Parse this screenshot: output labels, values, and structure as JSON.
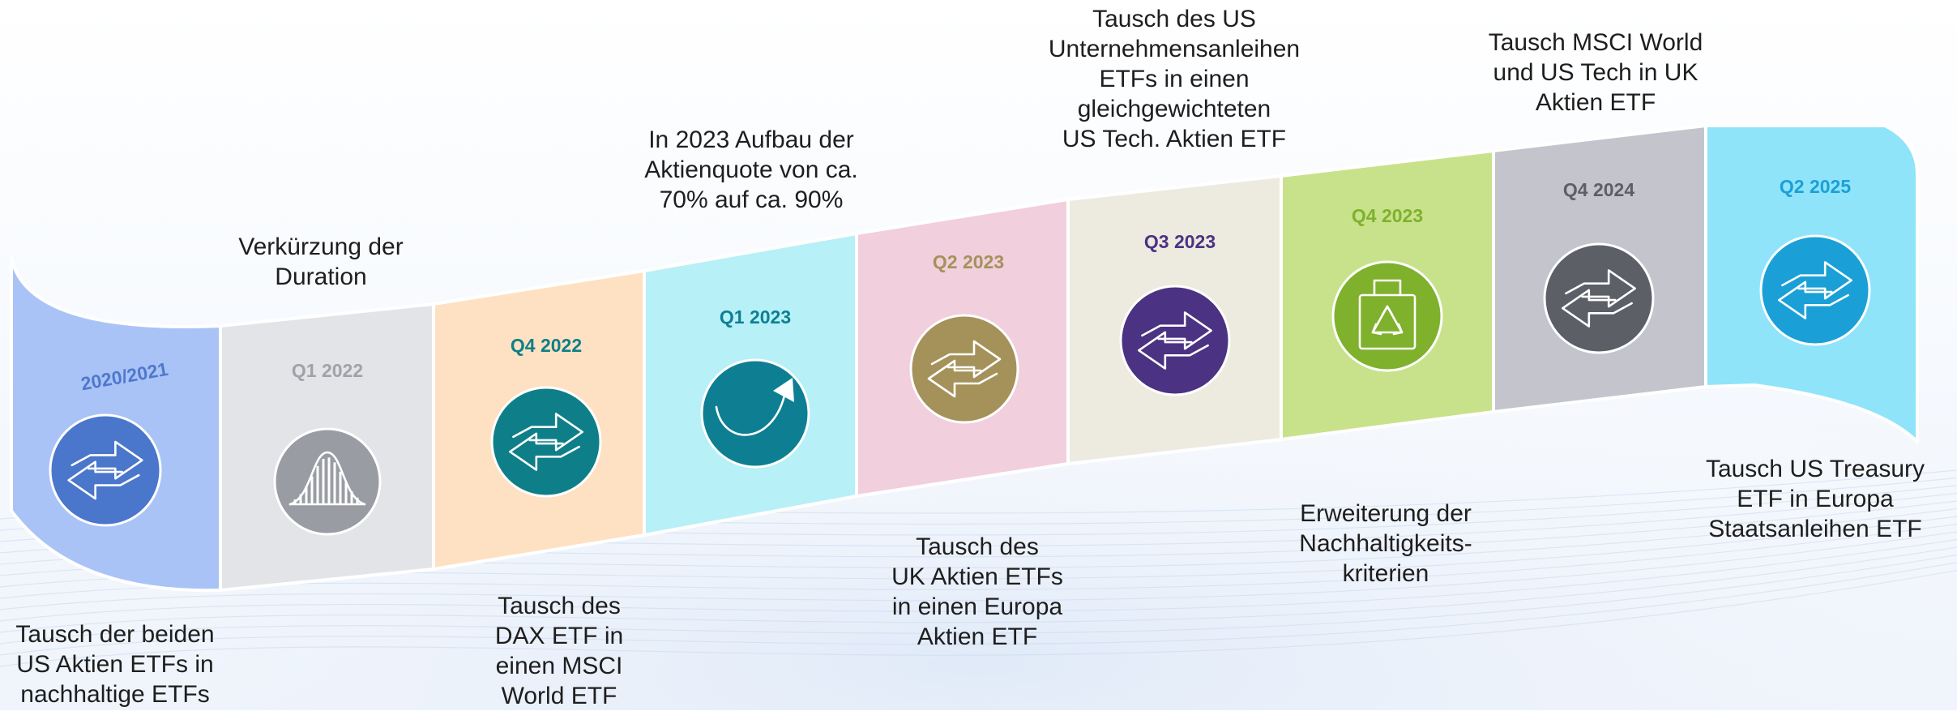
{
  "colors": {
    "band_edge": "#ffffff"
  },
  "segments": [
    {
      "period": "2020/2021",
      "fill": "#aac3f7",
      "period_color": "#4f78cc",
      "icon_bg": "#4a76cc",
      "icon": "swap-arrows-icon",
      "text": "Tausch der beiden\nUS Aktien ETFs in\nnachhaltige ETFs"
    },
    {
      "period": "Q1 2022",
      "fill": "#e3e4e8",
      "period_color": "#a0a2a8",
      "icon_bg": "#9a9ca4",
      "icon": "bell-curve-icon",
      "text": "Verkürzung der\nDuration"
    },
    {
      "period": "Q4 2022",
      "fill": "#fde1c2",
      "period_color": "#0e7f88",
      "icon_bg": "#0e7f88",
      "icon": "swap-arrows-icon",
      "text": "Tausch des\nDAX ETF in\neinen MSCI\nWorld ETF"
    },
    {
      "period": "Q1 2023",
      "fill": "#b7f0f7",
      "period_color": "#0e7f92",
      "icon_bg": "#0e7f92",
      "icon": "upward-curve-arrow-icon",
      "text": "In 2023 Aufbau der\nAktienquote von ca.\n70% auf ca. 90%"
    },
    {
      "period": "Q2 2023",
      "fill": "#f1cfdc",
      "period_color": "#a4925a",
      "icon_bg": "#a4925a",
      "icon": "swap-arrows-icon",
      "text": "Tausch des\nUK Aktien ETFs\nin einen Europa\nAktien ETF"
    },
    {
      "period": "Q3 2023",
      "fill": "#edeae0",
      "period_color": "#4b3282",
      "icon_bg": "#4b3282",
      "icon": "swap-arrows-icon",
      "text": "Tausch des US\nUnternehmensanleihen\nETFs in einen\ngleichgewichteten\nUS Tech. Aktien ETF"
    },
    {
      "period": "Q4 2023",
      "fill": "#c8e28b",
      "period_color": "#7fb12c",
      "icon_bg": "#7fb12c",
      "icon": "recycling-bag-icon",
      "text": "Erweiterung der\nNachhaltigkeits-\nkriterien"
    },
    {
      "period": "Q4 2024",
      "fill": "#c3c4cc",
      "period_color": "#5d5f67",
      "icon_bg": "#5d5f67",
      "icon": "swap-arrows-icon",
      "text": "Tausch MSCI World\nund US Tech in UK\nAktien ETF"
    },
    {
      "period": "Q2 2025",
      "fill": "#8fe4fa",
      "period_color": "#1aa0d6",
      "icon_bg": "#1aa0d6",
      "icon": "swap-arrows-icon",
      "text": "Tausch US Treasury\nETF in Europa\nStaatsanleihen ETF"
    }
  ]
}
